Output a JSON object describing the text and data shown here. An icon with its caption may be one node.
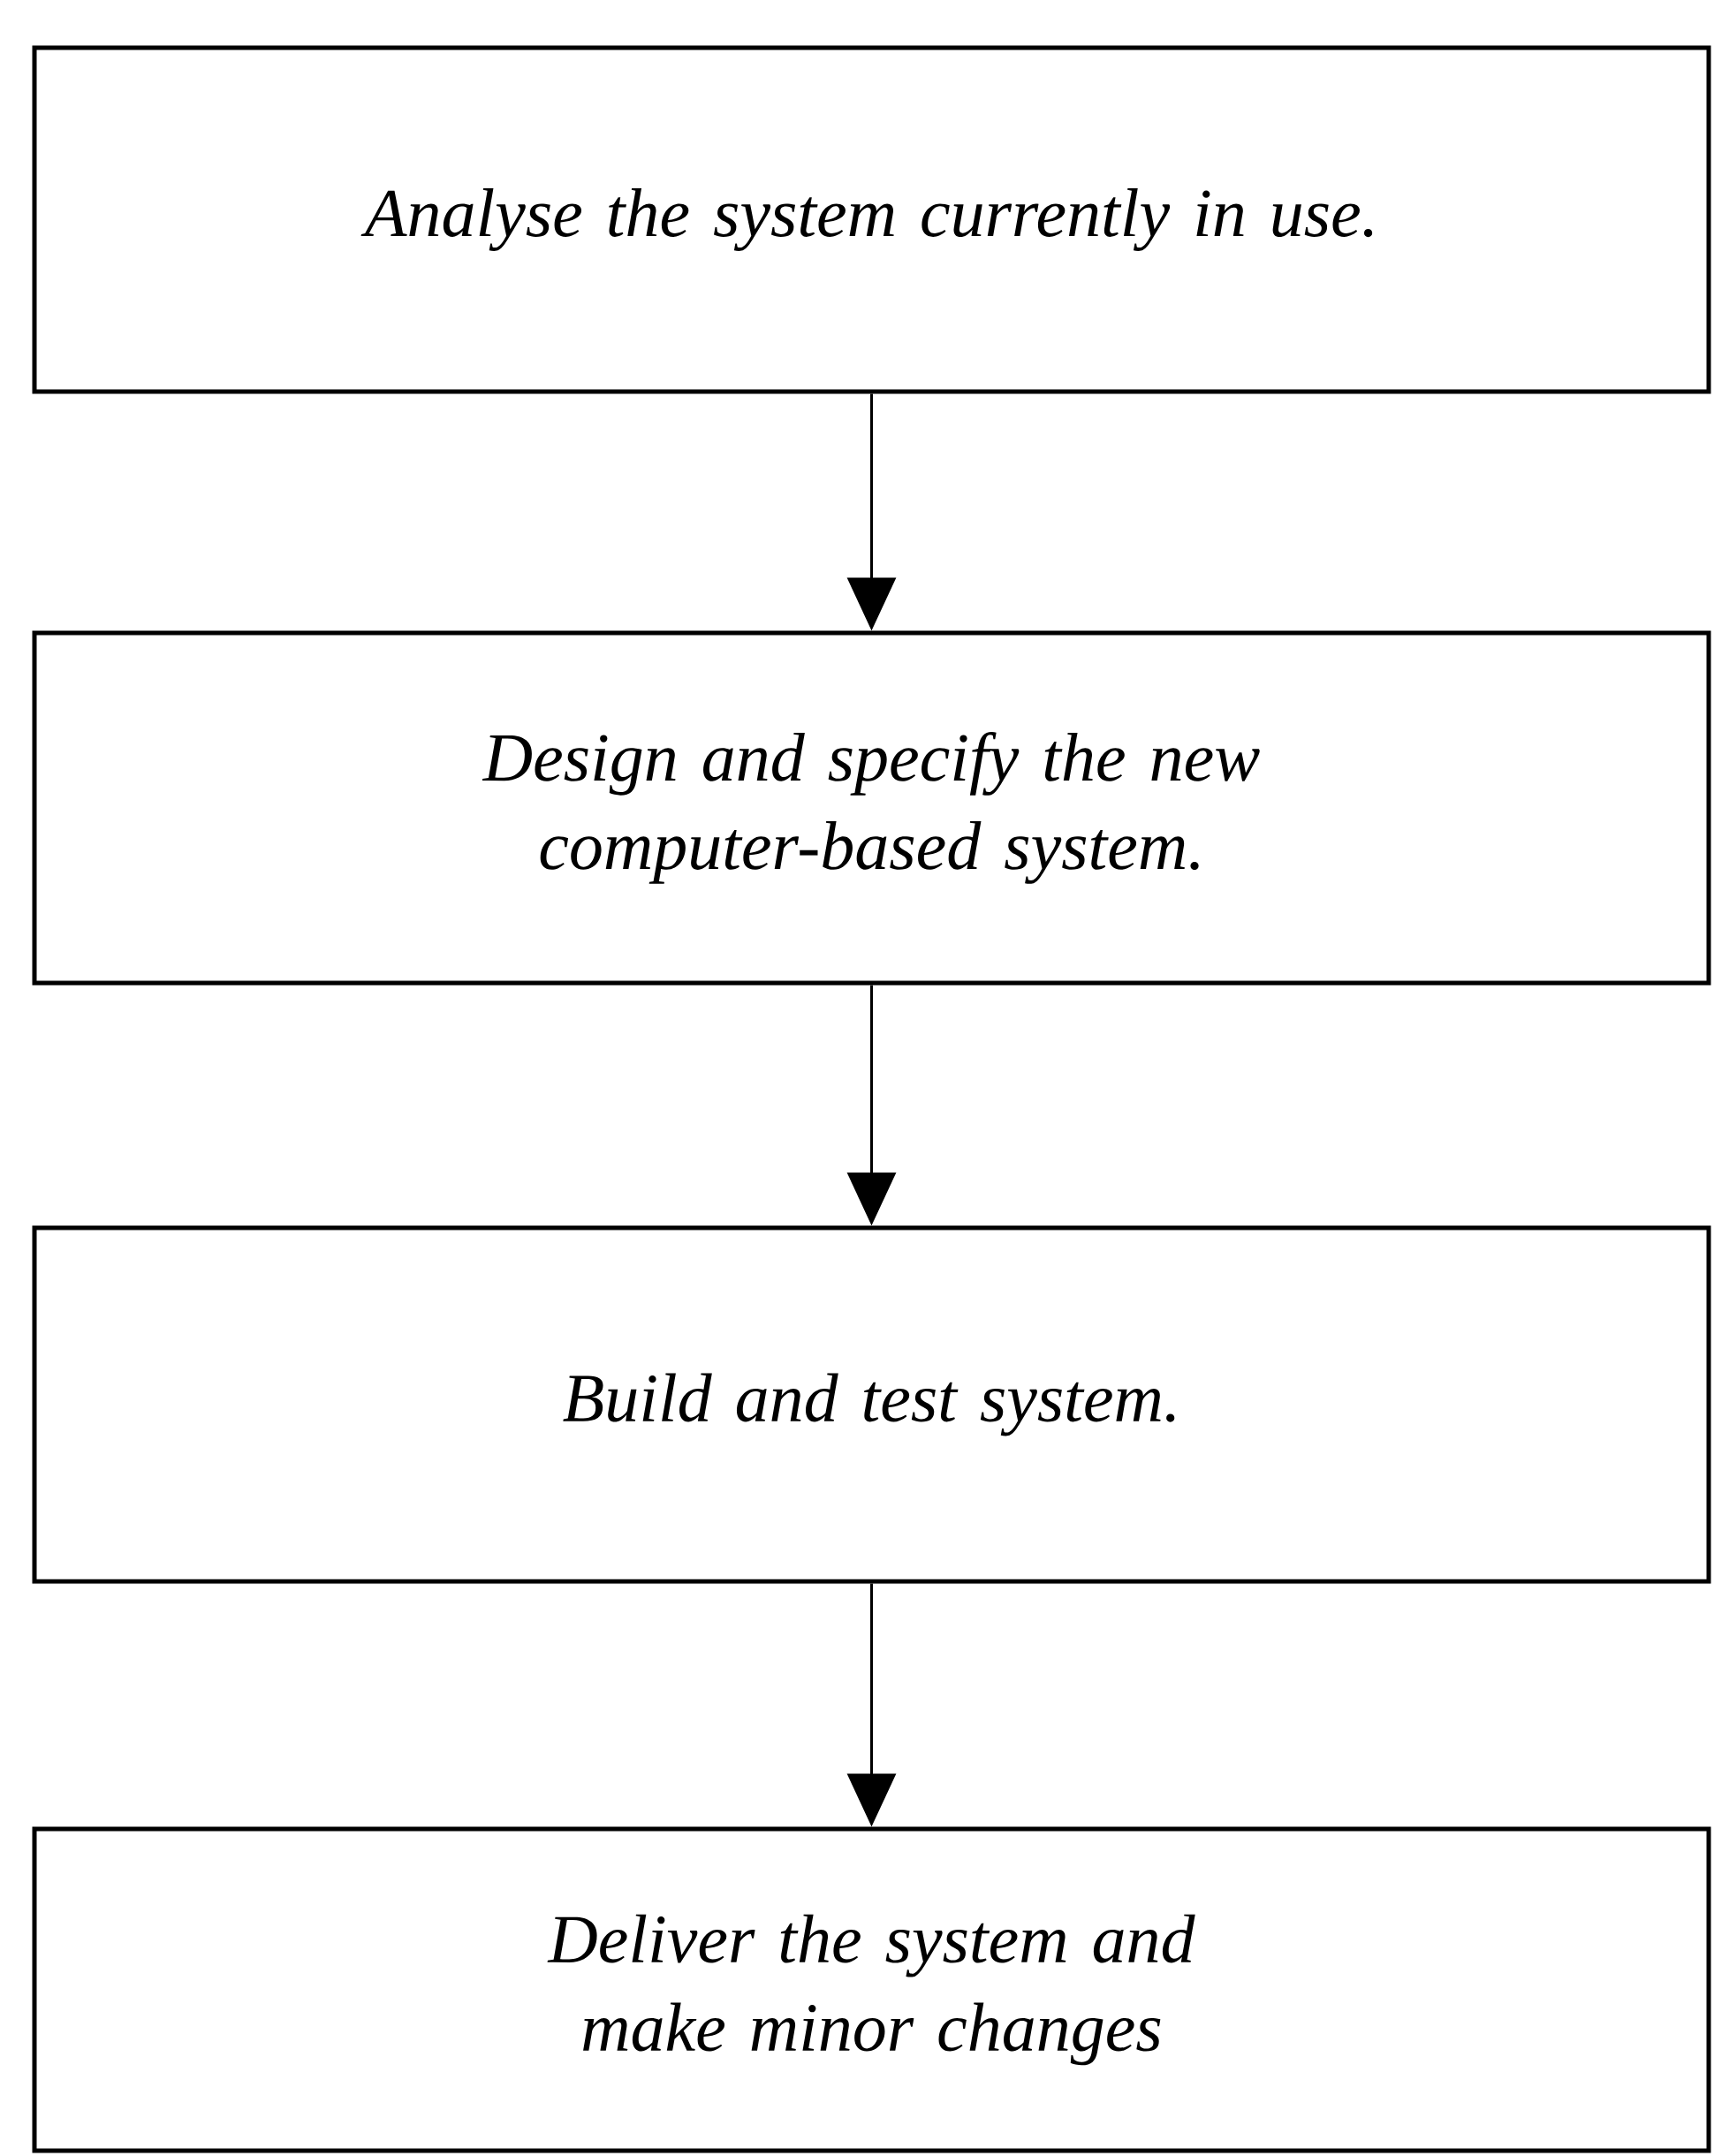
{
  "diagram": {
    "nodes": [
      {
        "text": [
          "Analyse the system currently in use."
        ]
      },
      {
        "text": [
          "Design and specify the new computer-based system."
        ]
      },
      {
        "text": [
          "Build and test system."
        ]
      },
      {
        "text": [
          "Deliver the system and make minor changes"
        ]
      }
    ],
    "edges": [
      {
        "from": 0,
        "to": 1,
        "arrow": "to"
      },
      {
        "from": 1,
        "to": 2,
        "arrow": "to"
      },
      {
        "from": 2,
        "to": 3,
        "arrow": "to"
      }
    ]
  }
}
